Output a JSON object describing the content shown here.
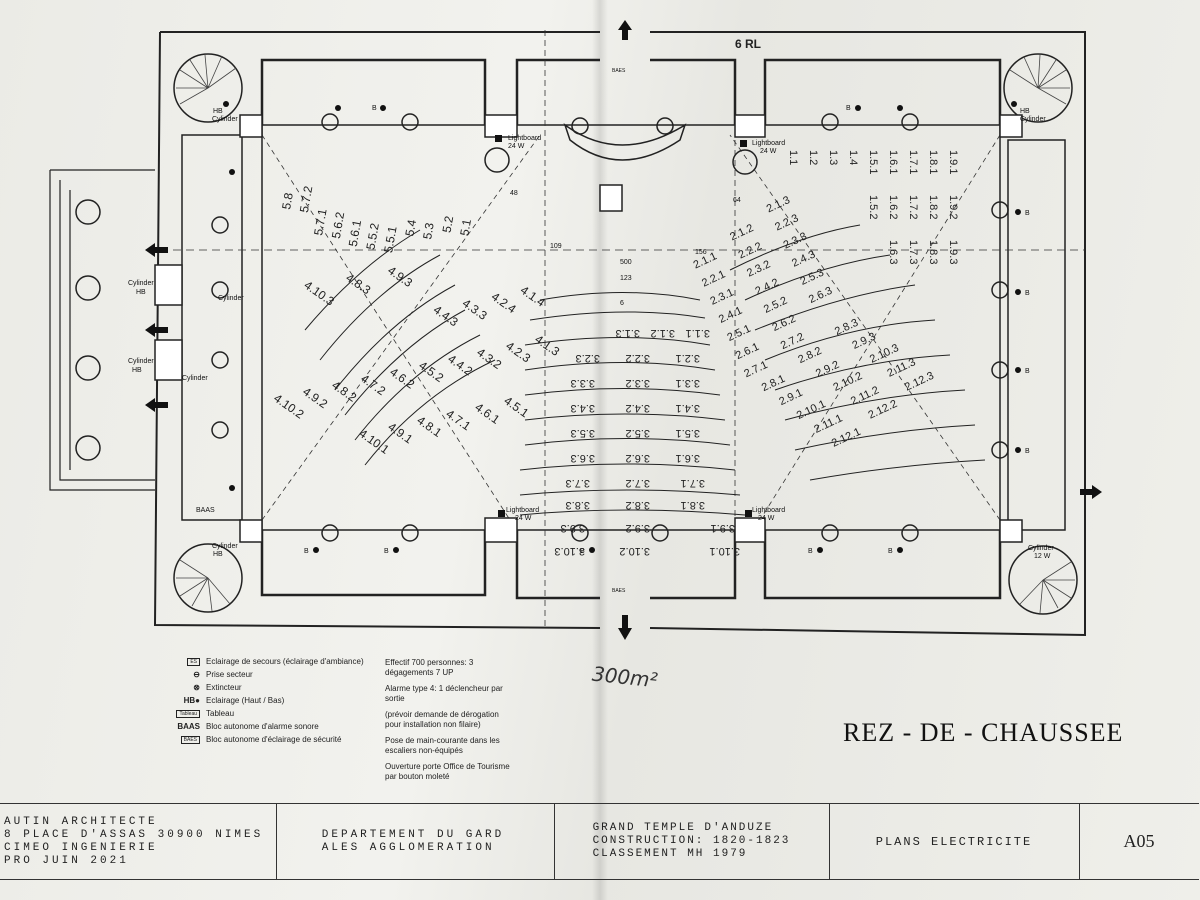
{
  "plan": {
    "title": "REZ - DE - CHAUSSEE",
    "area_note": "300m²"
  },
  "legend": [
    {
      "symbol": "ES",
      "icon": "emergency-light-box-icon",
      "text": "Eclairage de secours (éclairage d'ambiance)"
    },
    {
      "symbol": "⊖",
      "icon": "socket-icon",
      "text": "Prise secteur"
    },
    {
      "symbol": "⊗",
      "icon": "extinguisher-icon",
      "text": "Extincteur"
    },
    {
      "symbol": "HB●",
      "icon": "lighting-icon",
      "text": "Eclairage (Haut / Bas)"
    },
    {
      "symbol": "Tableau",
      "icon": "panel-box-icon",
      "text": "Tableau"
    },
    {
      "symbol": "BAAS",
      "icon": "alarm-box-icon",
      "text": "Bloc autonome d'alarme sonore"
    },
    {
      "symbol": "BAES",
      "icon": "safety-light-box-icon",
      "text": "Bloc autonome d'éclairage de sécurité"
    }
  ],
  "notes": [
    "Effectif 700 personnes: 3 dégagements 7 UP",
    "Alarme type 4: 1 déclencheur par sortie",
    "(prévoir demande de dérogation pour installation non filaire)",
    "Pose de main-courante dans les escaliers non-équipés",
    "Ouverture porte Office de Tourisme par bouton moleté"
  ],
  "title_block": {
    "architect": [
      "AUTIN ARCHITECTE",
      "8 PLACE D'ASSAS 30900 NIMES",
      "CIMEO INGENIERIE",
      "PRO JUIN 2021"
    ],
    "client": [
      "DEPARTEMENT DU GARD",
      "ALES AGGLOMERATION"
    ],
    "building": [
      "GRAND TEMPLE D'ANDUZE",
      "CONSTRUCTION: 1820-1823",
      "CLASSEMENT MH 1979"
    ],
    "sheet_name": "PLANS ELECTRICITE",
    "sheet_number": "A05"
  },
  "labels": {
    "cylinder": "Cylinder",
    "hb": "HB",
    "b": "B",
    "lightboard": "Lightboard",
    "w24": "24 W",
    "w12": "12 W",
    "baes": "BAES",
    "baas": "BAAS",
    "es": "ES",
    "dim_48": "48",
    "dim_64": "64",
    "dim_109": "109",
    "dim_156": "156",
    "dim_500": "500",
    "dim_123": "123",
    "dim_6": "6",
    "top_mark": "6 RL"
  },
  "seat_zones": {
    "zone5": [
      "5.8",
      "5.7.2",
      "5.7.1",
      "5.6.2",
      "5.6.1",
      "5.5.2",
      "5.5.1",
      "5.4",
      "5.3",
      "5.2",
      "5.1"
    ],
    "zone4": [
      "4.1.4",
      "4.2.4",
      "4.3.3",
      "4.4.3",
      "4.1.3",
      "4.2.3",
      "4.3.2",
      "4.4.2",
      "4.5.2",
      "4.6.2",
      "4.7.2",
      "4.8.2",
      "4.9.2",
      "4.10.2",
      "4.5.1",
      "4.6.1",
      "4.7.1",
      "4.8.1",
      "4.9.1",
      "4.10.1",
      "4.10.3",
      "4.8.3",
      "4.9.3"
    ],
    "zone3": [
      "3.1.1",
      "3.1.2",
      "3.1.3",
      "3.2.1",
      "3.2.2",
      "3.2.3",
      "3.3.1",
      "3.3.2",
      "3.3.3",
      "3.4.1",
      "3.4.2",
      "3.4.3",
      "3.5.1",
      "3.5.2",
      "3.5.3",
      "3.6.1",
      "3.6.2",
      "3.6.3",
      "3.7.1",
      "3.7.2",
      "3.7.3",
      "3.8.1",
      "3.8.2",
      "3.8.3",
      "3.9.1",
      "3.9.2",
      "3.9.3",
      "3.10.1",
      "3.10.2",
      "3.10.3"
    ],
    "zone2": [
      "2.1.1",
      "2.1.2",
      "2.1.3",
      "2.2.1",
      "2.2.2",
      "2.2.3",
      "2.3.1",
      "2.3.2",
      "2.3.3",
      "2.4.1",
      "2.4.2",
      "2.4.3",
      "2.5.1",
      "2.5.2",
      "2.5.3",
      "2.6.1",
      "2.6.2",
      "2.6.3",
      "2.7.1",
      "2.7.2",
      "2.8.1",
      "2.8.2",
      "2.8.3",
      "2.9.1",
      "2.9.2",
      "2.9.3",
      "2.10.1",
      "2.10.2",
      "2.10.3",
      "2.11.1",
      "2.11.2",
      "2.11.3",
      "2.12.1",
      "2.12.2",
      "2.12.3"
    ],
    "zone1": [
      "1.1",
      "1.2",
      "1.3",
      "1.4",
      "1.5.1",
      "1.5.2",
      "1.6.1",
      "1.6.2",
      "1.6.3",
      "1.7.1",
      "1.7.2",
      "1.7.3",
      "1.8.1",
      "1.8.2",
      "1.8.3",
      "1.9.1",
      "1.9.2",
      "1.9.3"
    ]
  }
}
